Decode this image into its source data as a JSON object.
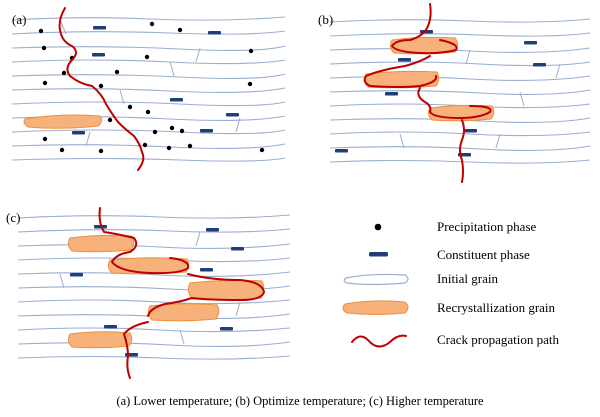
{
  "panels": [
    {
      "label": "(a)"
    },
    {
      "label": "(b)"
    },
    {
      "label": "(c)"
    }
  ],
  "legend": [
    {
      "symbol": "dot",
      "label": "Precipitation phase"
    },
    {
      "symbol": "dash",
      "label": "Constituent phase"
    },
    {
      "symbol": "grain",
      "label": "Initial grain"
    },
    {
      "symbol": "recrystallized",
      "label": "Recrystallization grain"
    },
    {
      "symbol": "crack",
      "label": "Crack propagation path"
    }
  ],
  "caption": "(a) Lower temperature; (b)  Optimize temperature; (c) Higher temperature",
  "colors": {
    "grain_boundary": "#9aaed0",
    "crack": "#c00000",
    "recrystallized_fill": "#f6b27a",
    "constituent": "#1f3f7a",
    "precipitate": "#000000"
  }
}
